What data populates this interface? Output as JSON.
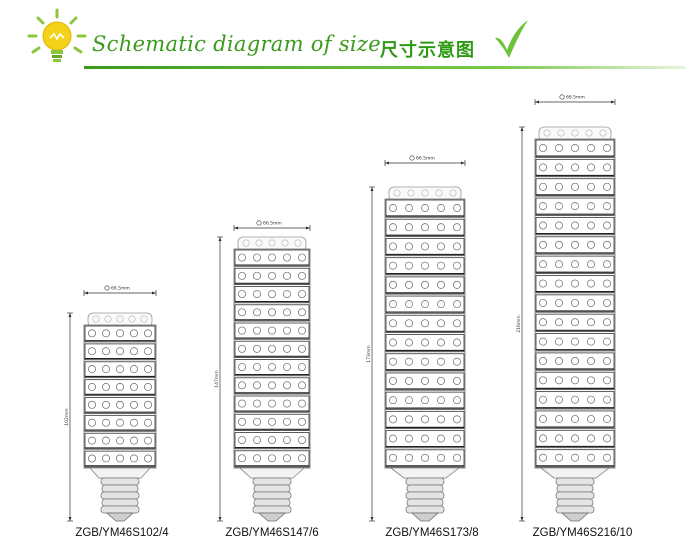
{
  "header": {
    "title_en": "Schematic diagram of size",
    "title_zh": "尺寸示意图",
    "colors": {
      "brand_green": "#3a9a1c",
      "check_green": "#6cc33a"
    },
    "icons": [
      "led-bulb-icon",
      "checkmark-icon"
    ]
  },
  "lamps": [
    {
      "model": "ZGB/YM46S102/4",
      "width_label": "66.5mm",
      "height_label": "102mm",
      "rows": 8
    },
    {
      "model": "ZGB/YM46S147/6",
      "width_label": "66.5mm",
      "height_label": "147mm",
      "rows": 12
    },
    {
      "model": "ZGB/YM46S173/8",
      "width_label": "66.5mm",
      "height_label": "173mm",
      "rows": 14
    },
    {
      "model": "ZGB/YM46S216/10",
      "width_label": "66.5mm",
      "height_label": "216mm",
      "rows": 17
    }
  ]
}
